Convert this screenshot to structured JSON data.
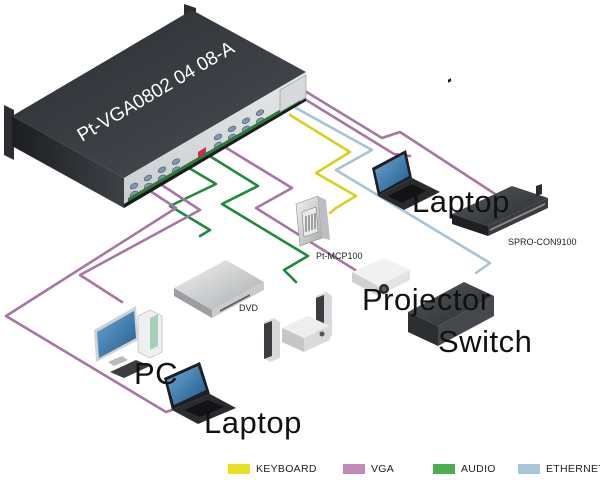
{
  "device": {
    "model_label": "Pt-VGA0802 04 08-A"
  },
  "labels": {
    "laptop_top": "Laptop",
    "spro_con": "SPRO-CON9100",
    "pt_mcp": "Pt-MCP100",
    "dvd": "DVD",
    "projector": "Projector",
    "switch": "Switch",
    "pc": "PC",
    "laptop_bottom": "Laptop"
  },
  "legend": [
    {
      "label": "KEYBOARD",
      "color": "#e8e020"
    },
    {
      "label": "VGA",
      "color": "#c08ab8"
    },
    {
      "label": "AUDIO",
      "color": "#4cae4c"
    },
    {
      "label": "ETHERNET",
      "color": "#a9c6d8"
    }
  ],
  "cable_colors": {
    "keyboard": "#d8d020",
    "vga": "#a876a4",
    "audio": "#1e8a3a",
    "ethernet": "#a6c4d6"
  }
}
